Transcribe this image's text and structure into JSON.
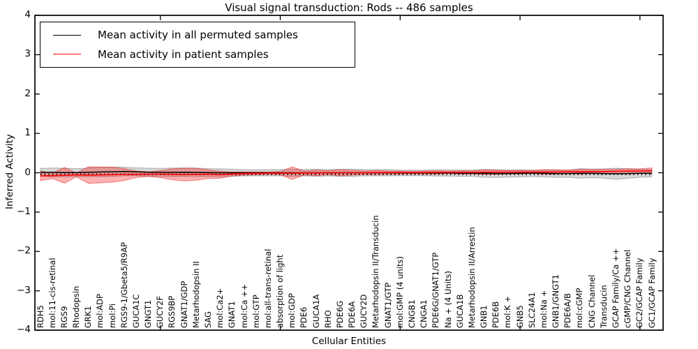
{
  "figure": {
    "title": "Visual signal transduction: Rods -- 486 samples",
    "xlabel": "Cellular Entities",
    "ylabel": "Inferred Activity"
  },
  "legend": {
    "entries": [
      {
        "label": "Mean activity in all permuted samples",
        "color": "#000000"
      },
      {
        "label": "Mean activity in patient samples",
        "color": "#ff0000"
      }
    ],
    "position": "upper left"
  },
  "chart_data": {
    "type": "line",
    "title": "Visual signal transduction: Rods -- 486 samples",
    "xlabel": "Cellular Entities",
    "ylabel": "Inferred Activity",
    "ylim": [
      -4,
      4
    ],
    "yticks": [
      -4,
      -3,
      -2,
      -1,
      0,
      1,
      2,
      3,
      4
    ],
    "xtick_major_indices": [
      10,
      20,
      30,
      40,
      50
    ],
    "grid": false,
    "legend_position": "upper left",
    "categories": [
      "RDH5",
      "mol:11-cis-retinal",
      "RGS9",
      "Rhodopsin",
      "GRK1",
      "mol:ADP",
      "mol:Pi",
      "RGS9-1/Gbeta5/R9AP",
      "GUCA1C",
      "GNGT1",
      "GUCY2F",
      "RGS9BP",
      "GNAT1/GDP",
      "Metarhodopsin II",
      "SAG",
      "mol:Ca2+",
      "GNAT1",
      "mol:Ca ++",
      "mol:GTP",
      "mol:all-trans-retinal",
      "absorption of light",
      "mol:GDP",
      "PDE6",
      "GUCA1A",
      "RHO",
      "PDE6G",
      "PDE6A",
      "GUCY2D",
      "Metarhodopsin II/Transducin",
      "GNAT1/GTP",
      "mol:GMP (4 units)",
      "CNGB1",
      "CNGA1",
      "PDE6G/GNAT1/GTP",
      "Na + (4 Units)",
      "GUCA1B",
      "Metarhodopsin II/Arrestin",
      "GNB1",
      "PDE6B",
      "mol:K +",
      "GNB5",
      "SLC24A1",
      "mol:Na +",
      "GNB1/GNGT1",
      "PDE6A/B",
      "mol:cGMP",
      "CNG Channel",
      "Transducin",
      "GCAP Family/Ca ++",
      "cGMP/CNG Channel",
      "GC2/GCAP Family",
      "GC1/GCAP Family"
    ],
    "series": [
      {
        "name": "Mean activity in all permuted samples",
        "color": "#000000",
        "band_fill": "rgba(150,150,150,0.38)",
        "band_edge": "rgba(120,120,120,0.55)",
        "values": [
          0.01,
          0.01,
          0.005,
          0.005,
          0.01,
          0.02,
          0.025,
          0.03,
          0.025,
          0.015,
          0.01,
          0.01,
          0.015,
          0.01,
          0.005,
          0,
          0,
          0,
          0,
          0,
          0,
          0,
          0,
          0,
          0,
          0,
          0,
          0,
          0,
          0,
          -0.005,
          -0.005,
          -0.005,
          -0.005,
          -0.005,
          -0.01,
          -0.01,
          -0.015,
          -0.02,
          -0.02,
          -0.015,
          -0.015,
          -0.015,
          -0.02,
          -0.02,
          -0.015,
          -0.015,
          -0.02,
          -0.025,
          -0.02,
          -0.015,
          -0.01
        ],
        "band_halfwidth": [
          0.1,
          0.11,
          0.11,
          0.1,
          0.11,
          0.12,
          0.12,
          0.11,
          0.1,
          0.1,
          0.1,
          0.11,
          0.11,
          0.11,
          0.1,
          0.1,
          0.09,
          0.08,
          0.08,
          0.08,
          0.08,
          0.09,
          0.08,
          0.09,
          0.08,
          0.09,
          0.09,
          0.08,
          0.08,
          0.08,
          0.07,
          0.07,
          0.07,
          0.08,
          0.08,
          0.08,
          0.08,
          0.1,
          0.1,
          0.09,
          0.09,
          0.08,
          0.09,
          0.1,
          0.09,
          0.12,
          0.11,
          0.12,
          0.14,
          0.12,
          0.1,
          0.09
        ]
      },
      {
        "name": "Mean activity in patient samples",
        "color": "#ff0000",
        "band_fill": "rgba(255,0,0,0.30)",
        "band_edge": "rgba(230,40,40,0.55)",
        "values": [
          -0.08,
          -0.075,
          -0.065,
          -0.055,
          -0.06,
          -0.055,
          -0.05,
          -0.045,
          -0.04,
          -0.035,
          -0.035,
          -0.04,
          -0.045,
          -0.04,
          -0.035,
          -0.05,
          -0.03,
          -0.02,
          -0.015,
          -0.01,
          -0.01,
          -0.01,
          -0.005,
          -0.005,
          0,
          0,
          0,
          0,
          0.005,
          0.005,
          0.005,
          0.005,
          0.005,
          0.01,
          0.01,
          0.01,
          0.01,
          0.015,
          0.015,
          0.015,
          0.015,
          0.02,
          0.02,
          0.02,
          0.025,
          0.025,
          0.03,
          0.03,
          0.035,
          0.04,
          0.045,
          0.05
        ],
        "band_halfwidth": [
          0.12,
          0.07,
          0.2,
          0.05,
          0.21,
          0.2,
          0.19,
          0.15,
          0.08,
          0.06,
          0.09,
          0.14,
          0.16,
          0.15,
          0.11,
          0.09,
          0.05,
          0.04,
          0.035,
          0.03,
          0.04,
          0.16,
          0.05,
          0.07,
          0.05,
          0.08,
          0.06,
          0.045,
          0.05,
          0.04,
          0.035,
          0.03,
          0.035,
          0.04,
          0.03,
          0.04,
          0.035,
          0.06,
          0.05,
          0.04,
          0.045,
          0.035,
          0.06,
          0.05,
          0.04,
          0.06,
          0.05,
          0.055,
          0.05,
          0.065,
          0.055,
          0.075
        ]
      }
    ]
  }
}
